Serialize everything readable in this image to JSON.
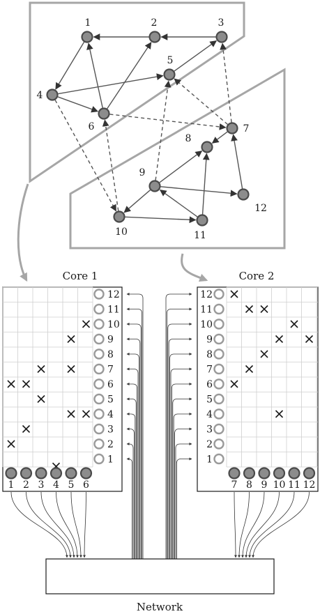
{
  "graph": {
    "nodes": [
      {
        "id": "1",
        "label": "1",
        "core": 1
      },
      {
        "id": "2",
        "label": "2",
        "core": 1
      },
      {
        "id": "3",
        "label": "3",
        "core": 1
      },
      {
        "id": "4",
        "label": "4",
        "core": 1
      },
      {
        "id": "5",
        "label": "5",
        "core": 1
      },
      {
        "id": "6",
        "label": "6",
        "core": 1
      },
      {
        "id": "7",
        "label": "7",
        "core": 2
      },
      {
        "id": "8",
        "label": "8",
        "core": 2
      },
      {
        "id": "9",
        "label": "9",
        "core": 2
      },
      {
        "id": "10",
        "label": "10",
        "core": 2
      },
      {
        "id": "11",
        "label": "11",
        "core": 2
      },
      {
        "id": "12",
        "label": "12",
        "core": 2
      }
    ],
    "edges": [
      {
        "from": "2",
        "to": "1",
        "style": "solid"
      },
      {
        "from": "3",
        "to": "2",
        "style": "solid"
      },
      {
        "from": "1",
        "to": "4",
        "style": "solid"
      },
      {
        "from": "4",
        "to": "5",
        "style": "solid"
      },
      {
        "from": "4",
        "to": "6",
        "style": "solid"
      },
      {
        "from": "6",
        "to": "1",
        "style": "solid"
      },
      {
        "from": "6",
        "to": "2",
        "style": "solid"
      },
      {
        "from": "5",
        "to": "3",
        "style": "solid"
      },
      {
        "from": "7",
        "to": "8",
        "style": "solid"
      },
      {
        "from": "9",
        "to": "8",
        "style": "solid"
      },
      {
        "from": "9",
        "to": "10",
        "style": "solid"
      },
      {
        "from": "9",
        "to": "12",
        "style": "solid"
      },
      {
        "from": "10",
        "to": "11",
        "style": "solid"
      },
      {
        "from": "11",
        "to": "8",
        "style": "solid"
      },
      {
        "from": "11",
        "to": "9",
        "style": "solid"
      },
      {
        "from": "12",
        "to": "7",
        "style": "solid"
      },
      {
        "from": "7",
        "to": "3",
        "style": "dashed"
      },
      {
        "from": "7",
        "to": "5",
        "style": "dashed"
      },
      {
        "from": "6",
        "to": "7",
        "style": "dashed"
      },
      {
        "from": "9",
        "to": "5",
        "style": "dashed"
      },
      {
        "from": "4",
        "to": "10",
        "style": "dashed"
      },
      {
        "from": "10",
        "to": "6",
        "style": "dashed"
      }
    ]
  },
  "cores": [
    {
      "title": "Core 1",
      "input_labels": [
        "12",
        "11",
        "10",
        "9",
        "8",
        "7",
        "6",
        "5",
        "4",
        "3",
        "2",
        "1"
      ],
      "output_labels": [
        "1",
        "2",
        "3",
        "4",
        "5",
        "6"
      ],
      "crosses": [
        {
          "col": 6,
          "input": "10"
        },
        {
          "col": 5,
          "input": "9"
        },
        {
          "col": 3,
          "input": "7"
        },
        {
          "col": 5,
          "input": "7"
        },
        {
          "col": 1,
          "input": "6"
        },
        {
          "col": 2,
          "input": "6"
        },
        {
          "col": 3,
          "input": "5"
        },
        {
          "col": 5,
          "input": "4"
        },
        {
          "col": 6,
          "input": "4"
        },
        {
          "col": 2,
          "input": "3"
        },
        {
          "col": 1,
          "input": "2"
        },
        {
          "col": 4,
          "input": "0.5"
        }
      ]
    },
    {
      "title": "Core 2",
      "input_labels": [
        "12",
        "11",
        "10",
        "9",
        "8",
        "7",
        "6",
        "5",
        "4",
        "3",
        "2",
        "1"
      ],
      "output_labels": [
        "7",
        "8",
        "9",
        "10",
        "11",
        "12"
      ],
      "crosses": [
        {
          "col": 7,
          "input": "12"
        },
        {
          "col": 8,
          "input": "11"
        },
        {
          "col": 9,
          "input": "11"
        },
        {
          "col": 11,
          "input": "10"
        },
        {
          "col": 10,
          "input": "9"
        },
        {
          "col": 12,
          "input": "9"
        },
        {
          "col": 9,
          "input": "8"
        },
        {
          "col": 8,
          "input": "7"
        },
        {
          "col": 7,
          "input": "6"
        },
        {
          "col": 10,
          "input": "4"
        }
      ]
    }
  ],
  "network": {
    "label": "Network"
  },
  "colors": {
    "node_fill": "#8c8c8c",
    "node_stroke": "#4a4a4a",
    "region_stroke": "#a6a6a6",
    "grid": "#cfcfcf",
    "ink": "#1a1a1a",
    "input_ring": "#9a9a9a"
  }
}
